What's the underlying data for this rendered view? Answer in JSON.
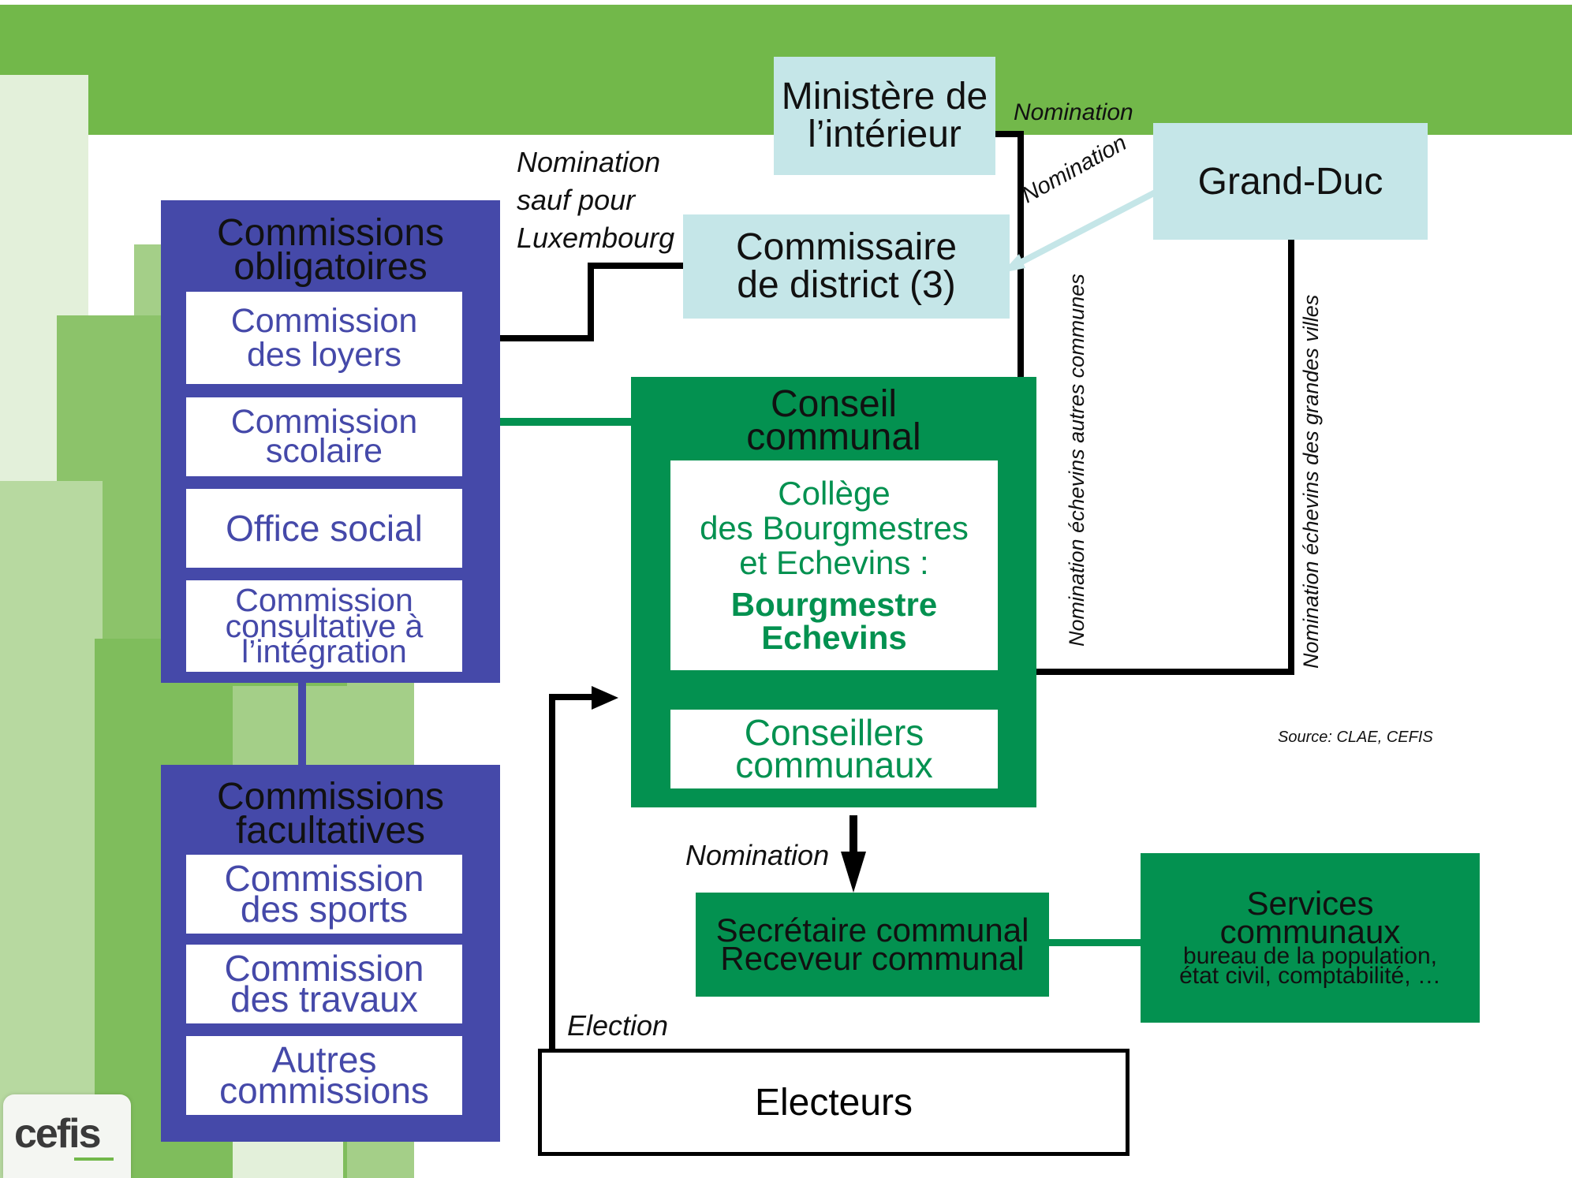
{
  "colors": {
    "banner_green": "#72b84a",
    "purple": "#4549a9",
    "dark_green": "#039150",
    "light_blue": "#c5e6e8"
  },
  "ministere": {
    "line1": "Ministère de",
    "line2": "l’intérieur"
  },
  "grand_duc": "Grand-Duc",
  "commissaire": {
    "line1": "Commissaire",
    "line2": "de district (3)"
  },
  "labels": {
    "nomination_top": "Nomination",
    "nomination_diag": "Nomination",
    "nomination_sauf": [
      "Nomination",
      "sauf pour",
      "Luxembourg"
    ],
    "nomination_autres": "Nomination échevins autres communes",
    "nomination_grandes": "Nomination échevins des  grandes villes",
    "nomination_secretaire": "Nomination",
    "election": "Election"
  },
  "commissions_obligatoires": {
    "title1": "Commissions",
    "title2": "obligatoires",
    "items": [
      {
        "l1": "Commission",
        "l2": "des loyers"
      },
      {
        "l1": "Commission",
        "l2": "scolaire"
      },
      {
        "l1": "Office social"
      },
      {
        "l1": "Commission",
        "l2": "consultative  à",
        "l3": "l’intégration"
      }
    ]
  },
  "commissions_facultatives": {
    "title1": "Commissions",
    "title2": "facultatives",
    "items": [
      {
        "l1": "Commission",
        "l2": "des sports"
      },
      {
        "l1": "Commission",
        "l2": "des travaux"
      },
      {
        "l1": "Autres",
        "l2": "commissions"
      }
    ]
  },
  "conseil": {
    "title1": "Conseil",
    "title2": "communal",
    "college": {
      "l1": "Collège",
      "l2": "des Bourgmestres",
      "l3": "et Echevins :",
      "b1": "Bourgmestre",
      "b2": "Echevins"
    },
    "conseillers": {
      "l1": "Conseillers",
      "l2": "communaux"
    }
  },
  "secretaire": {
    "l1": "Secrétaire communal",
    "l2": "Receveur communal"
  },
  "services": {
    "l1": "Services",
    "l2": "communaux",
    "d1": "bureau de la population,",
    "d2": "état civil, comptabilité, …"
  },
  "electeurs": "Electeurs",
  "source": "Source: CLAE, CEFIS",
  "logo": "cefis"
}
